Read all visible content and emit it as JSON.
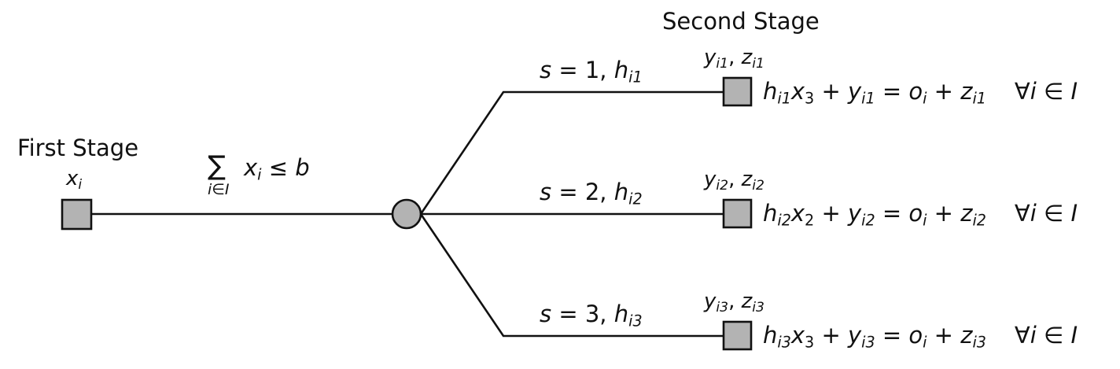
{
  "stages": {
    "first": "First Stage",
    "second": "Second Stage"
  },
  "first_stage": {
    "decision_var": "x",
    "decision_sub": "i"
  },
  "budget_constraint": {
    "sigma": "∑",
    "index": "i",
    "in": "∈",
    "set": "I",
    "term": "x",
    "term_sub": "i",
    "rel": "≤",
    "rhs": "b"
  },
  "scenarios": [
    {
      "branch": {
        "s": "s",
        "eq": "= 1,",
        "h": "h",
        "h_sub": "i1"
      },
      "vars": {
        "y": "y",
        "y_sub": "i1",
        "sep": ",",
        "z": "z",
        "z_sub": "i1"
      },
      "equation": {
        "h": "h",
        "h_sub": "i1",
        "x": "x",
        "x_sub": "3",
        "plus1": "+",
        "y": "y",
        "y_sub": "i1",
        "eq": "=",
        "o": "o",
        "o_sub": "i",
        "plus2": "+",
        "z": "z",
        "z_sub": "i1",
        "forall": "∀",
        "fi": "i",
        "in": "∈",
        "set": "I"
      }
    },
    {
      "branch": {
        "s": "s",
        "eq": "= 2,",
        "h": "h",
        "h_sub": "i2"
      },
      "vars": {
        "y": "y",
        "y_sub": "i2",
        "sep": ",",
        "z": "z",
        "z_sub": "i2"
      },
      "equation": {
        "h": "h",
        "h_sub": "i2",
        "x": "x",
        "x_sub": "2",
        "plus1": "+",
        "y": "y",
        "y_sub": "i2",
        "eq": "=",
        "o": "o",
        "o_sub": "i",
        "plus2": "+",
        "z": "z",
        "z_sub": "i2",
        "forall": "∀",
        "fi": "i",
        "in": "∈",
        "set": "I"
      }
    },
    {
      "branch": {
        "s": "s",
        "eq": "= 3,",
        "h": "h",
        "h_sub": "i3"
      },
      "vars": {
        "y": "y",
        "y_sub": "i3",
        "sep": ",",
        "z": "z",
        "z_sub": "i3"
      },
      "equation": {
        "h": "h",
        "h_sub": "i3",
        "x": "x",
        "x_sub": "3",
        "plus1": "+",
        "y": "y",
        "y_sub": "i3",
        "eq": "=",
        "o": "o",
        "o_sub": "i",
        "plus2": "+",
        "z": "z",
        "z_sub": "i3",
        "forall": "∀",
        "fi": "i",
        "in": "∈",
        "set": "I"
      }
    }
  ],
  "colors": {
    "node_fill": "#b3b3b3",
    "stroke": "#111111"
  }
}
